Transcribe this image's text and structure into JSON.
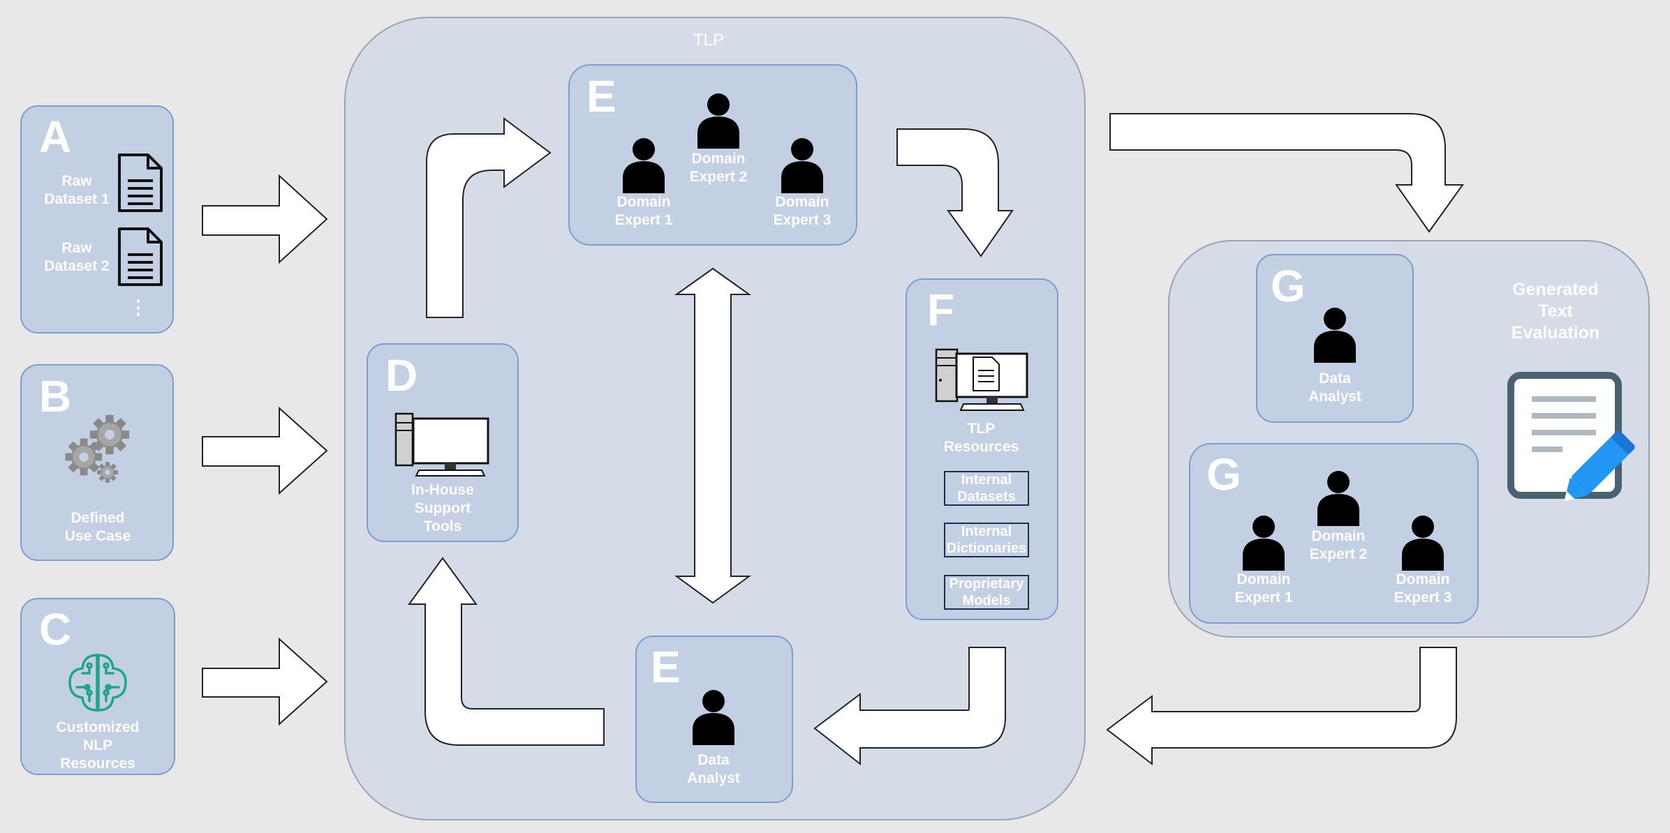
{
  "tlp": {
    "title": "TLP"
  },
  "panel_a": {
    "letter": "A",
    "items": [
      {
        "label": "Raw\nDataset 1"
      },
      {
        "label": "Raw\nDataset 2"
      }
    ],
    "more": "⋮"
  },
  "panel_b": {
    "letter": "B",
    "label": "Defined\nUse Case"
  },
  "panel_c": {
    "letter": "C",
    "label": "Customized\nNLP\nResources"
  },
  "panel_d": {
    "letter": "D",
    "label": "In-House\nSupport\nTools"
  },
  "panel_e_top": {
    "letter": "E",
    "experts": [
      {
        "label": "Domain\nExpert 1"
      },
      {
        "label": "Domain\nExpert 2"
      },
      {
        "label": "Domain\nExpert 3"
      }
    ]
  },
  "panel_e_bottom": {
    "letter": "E",
    "label": "Data\nAnalyst"
  },
  "panel_f": {
    "letter": "F",
    "label": "TLP\nResources",
    "resources": [
      {
        "label": "Internal\nDatasets"
      },
      {
        "label": "Internal\nDictionaries"
      },
      {
        "label": "Proprietary\nModels"
      }
    ]
  },
  "evaluation": {
    "title": "Generated\nText\nEvaluation",
    "analyst": {
      "letter": "G",
      "label": "Data\nAnalyst"
    },
    "experts": {
      "letter": "G",
      "items": [
        {
          "label": "Domain\nExpert 1"
        },
        {
          "label": "Domain\nExpert 2"
        },
        {
          "label": "Domain\nExpert 3"
        }
      ]
    }
  },
  "colors": {
    "background": "#e8e8e8",
    "container": "#d5dce8",
    "panel": "#c3d0e3",
    "panel_border": "#7e9ccc",
    "label": "#ffffff",
    "nlp_icon": "#1fa58e",
    "pencil": "#2196f3"
  }
}
